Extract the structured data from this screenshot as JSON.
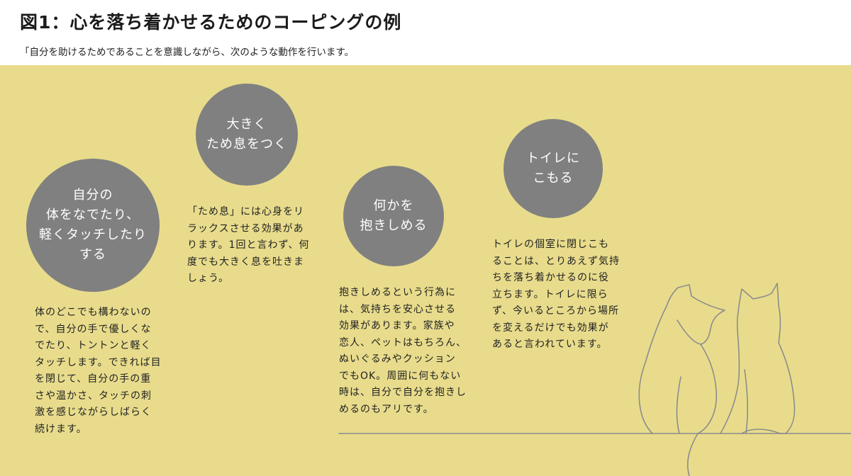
{
  "header": {
    "title": "図1：心を落ち着かせるためのコーピングの例",
    "subtitle": "「自分を助けるためであることを意識しながら、次のような動作を行います。"
  },
  "colors": {
    "panel": "#e8dc8c",
    "circle": "#808080",
    "line": "#8c8c8c"
  },
  "items": [
    {
      "circle_text": "自分の\n体をなでたり、\n軽くタッチしたり\nする",
      "description": "体のどこでも構わないの\nで、自分の手で優しくな\nでたり、トントンと軽く\nタッチします。できれば目\nを閉じて、自分の手の重\nさや温かさ、タッチの刺\n激を感じながらしばらく\n続けます。"
    },
    {
      "circle_text": "大きく\nため息をつく",
      "description": "「ため息」には心身をリ\nラックスさせる効果があ\nります。1回と言わず、何\n度でも大きく息を吐きま\nしょう。"
    },
    {
      "circle_text": "何かを\n抱きしめる",
      "description": "抱きしめるという行為に\nは、気持ちを安心させる\n効果があります。家族や\n恋人、ペットはもちろん、\nぬいぐるみやクッション\nでもOK。周囲に何もない\n時は、自分で自分を抱きし\nめるのもアリです。"
    },
    {
      "circle_text": "トイレに\nこもる",
      "description": "トイレの個室に閉じこも\nることは、とりあえず気持\nちを落ち着かせるのに役\n立ちます。トイレに限ら\nず、今いるところから場所\nを変えるだけでも効果が\nあると言われています。"
    }
  ]
}
